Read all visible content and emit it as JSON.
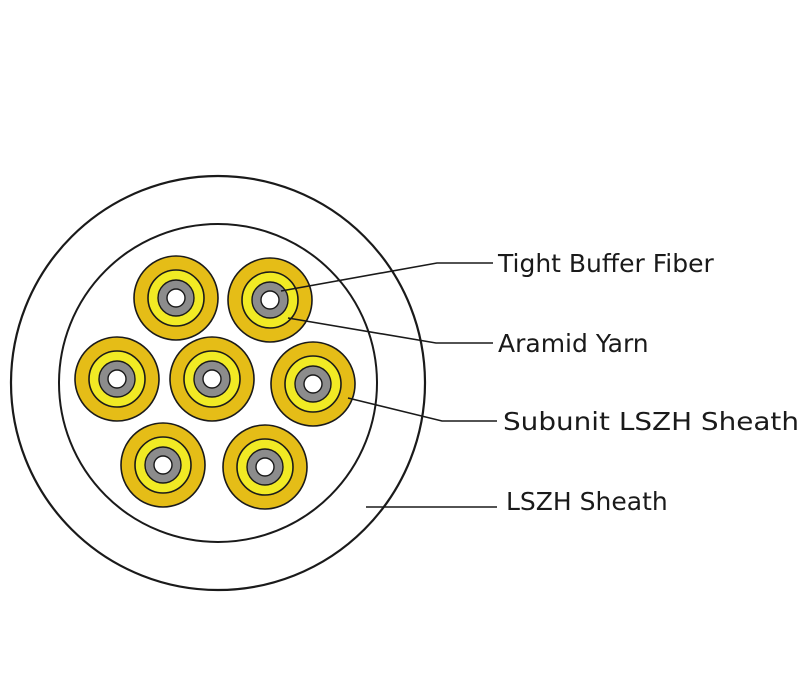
{
  "colors": {
    "sheath": "#e5bd17",
    "aramid": "#f1ea24",
    "buffer": "#8c8c8c",
    "core": "#ffffff",
    "background": "#ffffff",
    "line": "#1a1a1a"
  },
  "callouts": [
    {
      "id": "tight-buffer-fiber",
      "label": "Tight Buffer Fiber"
    },
    {
      "id": "aramid-yarn",
      "label": "Aramid Yarn"
    },
    {
      "id": "subunit-lszh-sheath",
      "label": "Subunit LSZH Sheath"
    },
    {
      "id": "lszh-sheath",
      "label": "LSZH Sheath"
    }
  ],
  "subunit_count": 7
}
